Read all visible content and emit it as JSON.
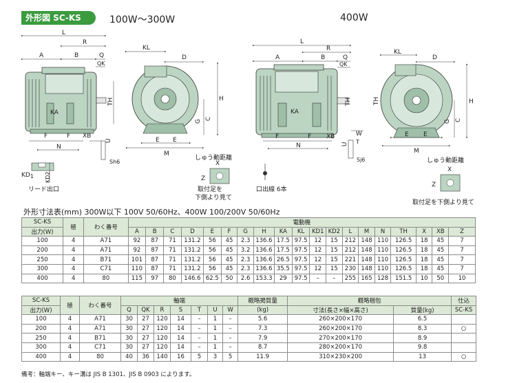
{
  "header": {
    "tag": "外形図 SC-KS",
    "range_left": "100W〜300W",
    "range_right": "400W"
  },
  "drawings": {
    "labels_left": [
      "L",
      "R",
      "A",
      "B",
      "Q",
      "QK",
      "TH",
      "H",
      "KA",
      "F",
      "F",
      "XB",
      "N",
      "E",
      "E",
      "M",
      "KL",
      "D",
      "G",
      "C",
      "U",
      "Sh6",
      "KD1",
      "KD2",
      "X",
      "Z"
    ],
    "labels_right": [
      "L",
      "R",
      "A",
      "B",
      "Q",
      "QK",
      "TH",
      "H",
      "KA",
      "F",
      "F",
      "XB",
      "N",
      "E",
      "E",
      "M",
      "KL",
      "D",
      "G",
      "C",
      "U",
      "W",
      "T",
      "Sj6",
      "X",
      "Z"
    ],
    "lead_out": "リード出口",
    "slide_distance_1": "しゅう動距離",
    "foot_view_1a": "取付足を",
    "foot_view_1b": "下側より見て",
    "lead_wires": "口出線 6本",
    "slide_distance_2": "しゅう動距離",
    "foot_view_2": "取付足を下側より見て"
  },
  "table_title": "外形寸法表(mm)  300W以下  100V  50/60Hz、400W  100/200V  50/60Hz",
  "table1": {
    "model": "SC-KS",
    "output_label": "出力(W)",
    "poles_label": "極",
    "frame_label": "わく番号",
    "group_label": "電動機",
    "columns": [
      "A",
      "B",
      "C",
      "D",
      "E",
      "F",
      "G",
      "H",
      "KA",
      "KL",
      "KD1",
      "KD2",
      "L",
      "M",
      "N",
      "TH",
      "X",
      "XB",
      "Z"
    ],
    "rows": [
      [
        "100",
        "4",
        "A71",
        "92",
        "87",
        "71",
        "131.2",
        "56",
        "45",
        "2.3",
        "136.6",
        "17.5",
        "97.5",
        "12",
        "15",
        "212",
        "148",
        "110",
        "126.5",
        "18",
        "45",
        "7"
      ],
      [
        "200",
        "4",
        "A71",
        "92",
        "87",
        "71",
        "131.2",
        "56",
        "45",
        "3.2",
        "136.6",
        "17.5",
        "97.5",
        "12",
        "15",
        "212",
        "148",
        "110",
        "126.5",
        "18",
        "45",
        "7"
      ],
      [
        "250",
        "4",
        "B71",
        "101",
        "87",
        "71",
        "131.2",
        "56",
        "45",
        "2.3",
        "136.6",
        "26.5",
        "97.5",
        "12",
        "15",
        "221",
        "148",
        "110",
        "126.5",
        "18",
        "45",
        "7"
      ],
      [
        "300",
        "4",
        "C71",
        "110",
        "87",
        "71",
        "131.2",
        "56",
        "45",
        "2.3",
        "136.6",
        "35.5",
        "97.5",
        "12",
        "15",
        "230",
        "148",
        "110",
        "126.5",
        "18",
        "45",
        "7"
      ],
      [
        "400",
        "4",
        "80",
        "115",
        "97",
        "80",
        "146.6",
        "62.5",
        "50",
        "2.6",
        "153.3",
        "29",
        "97.5",
        "–",
        "–",
        "255",
        "165",
        "128",
        "151.5",
        "10",
        "50",
        "10"
      ]
    ]
  },
  "table2": {
    "model": "SC-KS",
    "output_label": "出力(W)",
    "poles_label": "極",
    "frame_label": "わく番号",
    "shaft_label": "軸端",
    "shaft_columns": [
      "Q",
      "QK",
      "R",
      "S",
      "T",
      "U",
      "W"
    ],
    "weight_label": "概略掲質量",
    "weight_unit": "(kg)",
    "package_label": "概略梱包",
    "size_label": "寸法(長さ×幅×高さ)",
    "package_weight_label": "質量(kg)",
    "spec_label": "仕込",
    "spec_sub": "SC-KS",
    "rows": [
      [
        "100",
        "4",
        "A71",
        "30",
        "27",
        "120",
        "14",
        "–",
        "1",
        "–",
        "5.6",
        "260×200×170",
        "6.5",
        ""
      ],
      [
        "200",
        "4",
        "A71",
        "30",
        "27",
        "120",
        "14",
        "–",
        "1",
        "–",
        "7.3",
        "260×200×170",
        "8.3",
        "○"
      ],
      [
        "250",
        "4",
        "B71",
        "30",
        "27",
        "120",
        "14",
        "–",
        "1",
        "–",
        "7.9",
        "270×200×170",
        "8.9",
        ""
      ],
      [
        "300",
        "4",
        "C71",
        "30",
        "27",
        "120",
        "14",
        "–",
        "1",
        "–",
        "8.7",
        "280×200×170",
        "9.8",
        ""
      ],
      [
        "400",
        "4",
        "80",
        "40",
        "36",
        "140",
        "16",
        "5",
        "3",
        "5",
        "11.9",
        "310×230×200",
        "13",
        "○"
      ]
    ]
  },
  "note": "備考：軸端キー、キー溝は JIS B 1301、JIS B 0903 によります。",
  "colors": {
    "accent": "#3b9b3f",
    "motor_body": "#bcd5c3",
    "header_fill": "#dce9d6"
  }
}
